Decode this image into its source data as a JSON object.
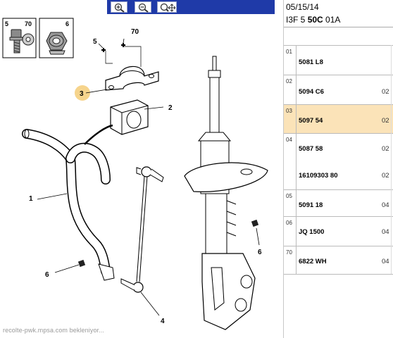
{
  "toolbar": {
    "buttons": [
      {
        "id": "zoom-in",
        "icon": "zoom-in-icon"
      },
      {
        "id": "zoom-out",
        "icon": "zoom-out-icon"
      },
      {
        "id": "zoom-pan",
        "icon": "zoom-pan-icon"
      }
    ],
    "strip_color": "#1f3aa8"
  },
  "legend_boxes": [
    {
      "number": "5",
      "qty": "70",
      "icon": "bolt-icon"
    },
    {
      "number": "6",
      "icon": "nut-icon"
    }
  ],
  "callouts": [
    "70",
    "5",
    "3",
    "2",
    "1",
    "6",
    "4",
    "6"
  ],
  "status": "recolte-pwk.mpsa.com bekleniyor...",
  "panel": {
    "date": "05/15/14",
    "code_prefix": "I3F 5 ",
    "code_bold": "50C",
    "code_suffix": " 01A"
  },
  "parts": [
    {
      "idx": "01",
      "rows": [
        {
          "ref": "5081 L8",
          "qty": ""
        }
      ]
    },
    {
      "idx": "02",
      "rows": [
        {
          "ref": "5094 C6",
          "qty": "02"
        }
      ]
    },
    {
      "idx": "03",
      "rows": [
        {
          "ref": "5097 54",
          "qty": "02"
        }
      ],
      "highlight": true
    },
    {
      "idx": "04",
      "rows": [
        {
          "ref": "5087 58",
          "qty": "02"
        },
        {
          "ref": "16109303 80",
          "qty": "02"
        }
      ]
    },
    {
      "idx": "05",
      "rows": [
        {
          "ref": "5091 18",
          "qty": "04"
        }
      ]
    },
    {
      "idx": "06",
      "rows": [
        {
          "ref": "JQ 1500",
          "qty": "04"
        }
      ]
    },
    {
      "idx": "70",
      "rows": [
        {
          "ref": "6822 WH",
          "qty": "04"
        }
      ]
    }
  ],
  "colors": {
    "highlight": "#fbe3b8",
    "callout_highlight": "#f6d48c"
  }
}
